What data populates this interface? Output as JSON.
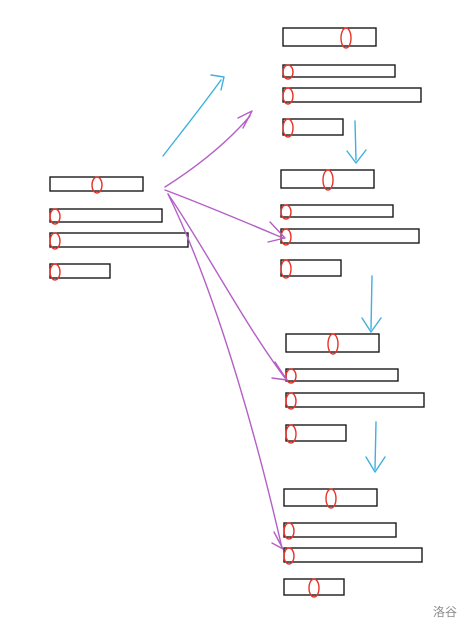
{
  "watermark": "洛谷",
  "colors": {
    "background": "#ffffff",
    "bar_outline": "#1a1a1a",
    "marker": "#e8332a",
    "flow_arrow": "#3fb0e0",
    "link_arrow": "#b45fc7"
  },
  "groups": [
    {
      "id": "source",
      "bars": [
        {
          "marker_at": "middle"
        },
        {
          "marker_at": "start"
        },
        {
          "marker_at": "start"
        },
        {
          "marker_at": "start"
        }
      ]
    },
    {
      "id": "state-1",
      "bars": [
        {
          "marker_at": "end"
        },
        {
          "marker_at": "start"
        },
        {
          "marker_at": "start"
        },
        {
          "marker_at": "start"
        }
      ]
    },
    {
      "id": "state-2",
      "bars": [
        {
          "marker_at": "middle"
        },
        {
          "marker_at": "start"
        },
        {
          "marker_at": "start"
        },
        {
          "marker_at": "start"
        }
      ]
    },
    {
      "id": "state-3",
      "bars": [
        {
          "marker_at": "middle"
        },
        {
          "marker_at": "start"
        },
        {
          "marker_at": "start"
        },
        {
          "marker_at": "start"
        }
      ]
    },
    {
      "id": "state-4",
      "bars": [
        {
          "marker_at": "middle"
        },
        {
          "marker_at": "start"
        },
        {
          "marker_at": "start"
        },
        {
          "marker_at": "middle"
        }
      ]
    }
  ],
  "arrows": [
    {
      "id": "flow-source-to-state-1",
      "kind": "flow",
      "from": "source",
      "to": "state-1"
    },
    {
      "id": "flow-state-1-to-state-2",
      "kind": "flow",
      "from": "state-1",
      "to": "state-2"
    },
    {
      "id": "flow-state-2-to-state-3",
      "kind": "flow",
      "from": "state-2",
      "to": "state-3"
    },
    {
      "id": "flow-state-3-to-state-4",
      "kind": "flow",
      "from": "state-3",
      "to": "state-4"
    },
    {
      "id": "link-source-to-state-1",
      "kind": "link",
      "from": "source",
      "to": "state-1"
    },
    {
      "id": "link-source-to-state-2",
      "kind": "link",
      "from": "source",
      "to": "state-2"
    },
    {
      "id": "link-source-to-state-3",
      "kind": "link",
      "from": "source",
      "to": "state-3"
    },
    {
      "id": "link-source-to-state-4",
      "kind": "link",
      "from": "source",
      "to": "state-4"
    }
  ]
}
